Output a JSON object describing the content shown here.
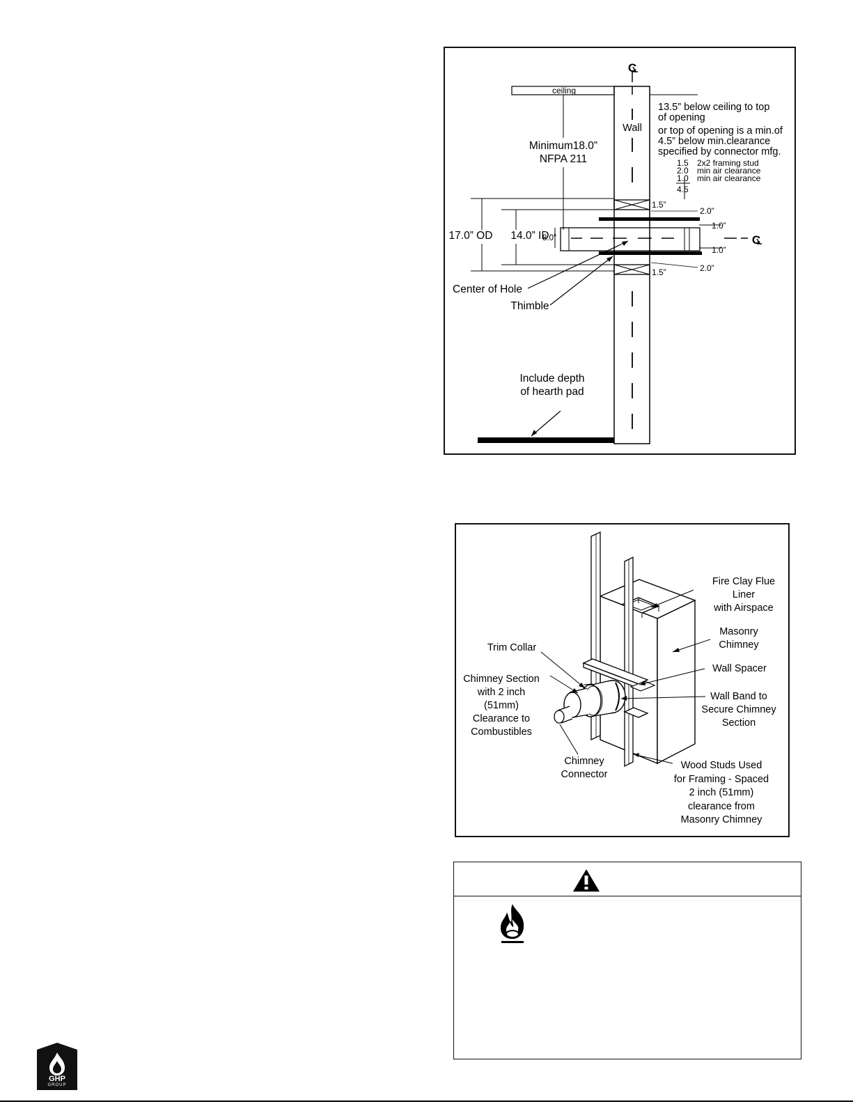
{
  "figure1": {
    "centerline_symbol_top": "C",
    "centerline_symbol_right": "C",
    "ceiling_label": "ceiling",
    "wall_label": "Wall",
    "min_height_line1": "Minimum18.0”",
    "min_height_line2": "NFPA 211",
    "note_line1": "13.5” below ceiling to top",
    "note_line2": "of opening",
    "note_line3": "or top of opening is a min.of",
    "note_line4": "4.5” below min.clearance",
    "note_line5": "specified by connector mfg.",
    "calc": [
      {
        "value": "1.5",
        "label": "2x2 framing stud"
      },
      {
        "value": "2.0",
        "label": "min air clearance"
      },
      {
        "value": "1.0",
        "label": "min air clearance"
      }
    ],
    "calc_total": "4.5",
    "od_label": "17.0” OD",
    "id_label": "14.0” ID",
    "pipe_label": "8.0”",
    "dim_stud_top": "1.5”",
    "dim_air_top": "2.0”",
    "dim_small_top": "1.0”",
    "dim_small_bottom": "1.0”",
    "dim_air_bottom": "2.0”",
    "dim_stud_bottom": "1.5”",
    "center_of_hole": "Center of Hole",
    "thimble": "Thimble",
    "hearth_line1": "Include depth",
    "hearth_line2": "of hearth pad"
  },
  "figure2": {
    "flue_liner_line1": "Fire Clay Flue",
    "flue_liner_line2": "Liner",
    "flue_liner_line3": "with Airspace",
    "masonry_line1": "Masonry",
    "masonry_line2": "Chimney",
    "trim_collar": "Trim Collar",
    "wall_spacer": "Wall Spacer",
    "chimney_section_line1": "Chimney Section",
    "chimney_section_line2": "with 2 inch",
    "chimney_section_line3": "(51mm)",
    "chimney_section_line4": "Clearance to",
    "chimney_section_line5": "Combustibles",
    "wall_band_line1": "Wall Band to",
    "wall_band_line2": "Secure Chimney",
    "wall_band_line3": "Section",
    "connector_line1": "Chimney",
    "connector_line2": "Connector",
    "studs_line1": "Wood Studs Used",
    "studs_line2": "for Framing - Spaced",
    "studs_line3": "2 inch (51mm)",
    "studs_line4": "clearance from",
    "studs_line5": "Masonry Chimney"
  },
  "warning": {
    "header_icon": "warning-triangle-icon",
    "body_icon": "flame-icon"
  },
  "logo": {
    "text_line1": "GHP",
    "text_line2": "GROUP"
  }
}
